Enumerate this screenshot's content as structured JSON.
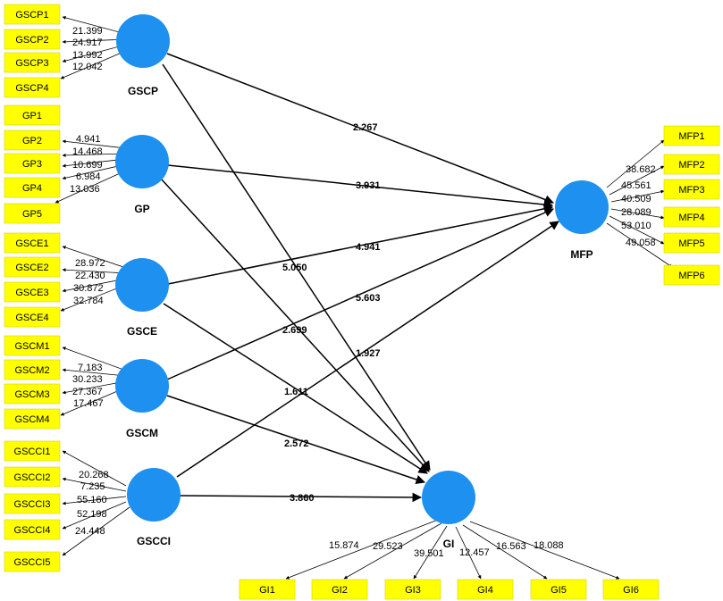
{
  "constructs": {
    "GSCP": "GSCP",
    "GP": "GP",
    "GSCE": "GSCE",
    "GSCM": "GSCM",
    "GSCCI": "GSCCI",
    "MFP": "MFP",
    "GI": "GI"
  },
  "indicators": {
    "GSCP": [
      {
        "label": "GSCP1",
        "loading": "21.399"
      },
      {
        "label": "GSCP2",
        "loading": "24.917"
      },
      {
        "label": "GSCP3",
        "loading": "13.992"
      },
      {
        "label": "GSCP4",
        "loading": "12.042"
      }
    ],
    "GP": [
      {
        "label": "GP1",
        "loading": "4.941"
      },
      {
        "label": "GP2",
        "loading": "14.468"
      },
      {
        "label": "GP3",
        "loading": "10.699"
      },
      {
        "label": "GP4",
        "loading": "6.984"
      },
      {
        "label": "GP5",
        "loading": "13.036"
      }
    ],
    "GSCE": [
      {
        "label": "GSCE1",
        "loading": "28.972"
      },
      {
        "label": "GSCE2",
        "loading": "22.430"
      },
      {
        "label": "GSCE3",
        "loading": "30.872"
      },
      {
        "label": "GSCE4",
        "loading": "32.784"
      }
    ],
    "GSCM": [
      {
        "label": "GSCM1",
        "loading": "7.183"
      },
      {
        "label": "GSCM2",
        "loading": "30.233"
      },
      {
        "label": "GSCM3",
        "loading": "27.367"
      },
      {
        "label": "GSCM4",
        "loading": "17.467"
      }
    ],
    "GSCCI": [
      {
        "label": "GSCCI1",
        "loading": "20.268"
      },
      {
        "label": "GSCCI2",
        "loading": "7.235"
      },
      {
        "label": "GSCCI3",
        "loading": "55.160"
      },
      {
        "label": "GSCCI4",
        "loading": "52.198"
      },
      {
        "label": "GSCCI5",
        "loading": "24.448"
      }
    ],
    "MFP": [
      {
        "label": "MFP1",
        "loading": "38.682"
      },
      {
        "label": "MFP2",
        "loading": "45.561"
      },
      {
        "label": "MFP3",
        "loading": "40.509"
      },
      {
        "label": "MFP4",
        "loading": "28.089"
      },
      {
        "label": "MFP5",
        "loading": "53.010"
      },
      {
        "label": "MFP6",
        "loading": "49.058"
      }
    ],
    "GI": [
      {
        "label": "GI1",
        "loading": "15.874"
      },
      {
        "label": "GI2",
        "loading": "29.523"
      },
      {
        "label": "GI3",
        "loading": "39.501"
      },
      {
        "label": "GI4",
        "loading": "12.457"
      },
      {
        "label": "GI5",
        "loading": "16.563"
      },
      {
        "label": "GI6",
        "loading": "18.088"
      }
    ]
  },
  "paths": {
    "gscp_mfp": "2.267",
    "gp_mfp": "3.931",
    "gsce_mfp": "4.941",
    "gscm_mfp": "5.603",
    "gscci_mfp": "1.927",
    "gscp_gi": "5.050",
    "gp_gi": "2.699",
    "gsce_gi": "1.611",
    "gscm_gi": "2.572",
    "gscci_gi": "3.860"
  },
  "colors": {
    "construct": "#1e90f0",
    "indicator": "#ffff00"
  }
}
